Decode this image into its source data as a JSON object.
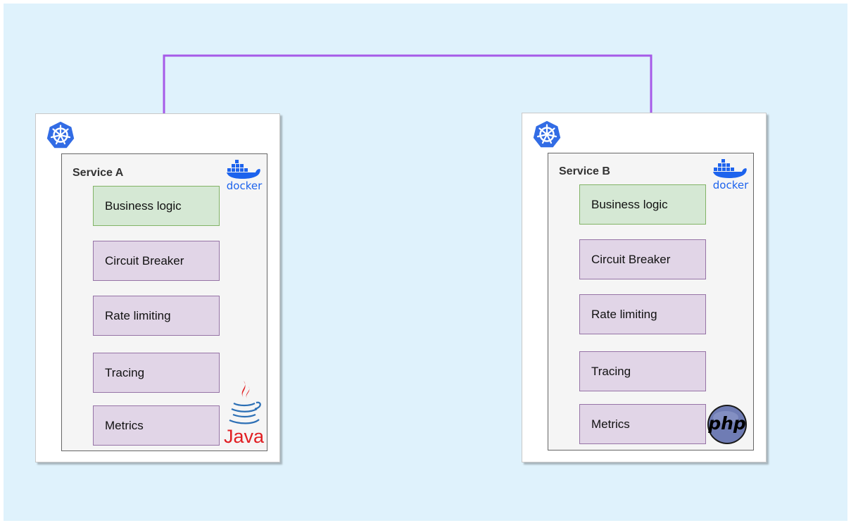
{
  "diagram": {
    "service_a": {
      "title": "Service A",
      "boxes": [
        "Business logic",
        "Circuit Breaker",
        "Rate limiting",
        "Tracing",
        "Metrics"
      ],
      "runtime_logo": "java-logo",
      "runtime_label": "Java"
    },
    "service_b": {
      "title": "Service B",
      "boxes": [
        "Business logic",
        "Circuit Breaker",
        "Rate limiting",
        "Tracing",
        "Metrics"
      ],
      "runtime_logo": "php-logo",
      "runtime_label": "php"
    },
    "docker_label": "docker",
    "colors": {
      "background": "#dff2fc",
      "connector": "#a65ae8",
      "business_fill": "#d5e8d4",
      "business_stroke": "#82b366",
      "feature_fill": "#e1d5e7",
      "feature_stroke": "#9673a6",
      "kubernetes": "#326ce5",
      "docker": "#1d63ed",
      "java": "#e11e22",
      "php": "#6f7cb4"
    },
    "icons": [
      "kubernetes-icon",
      "docker-icon",
      "java-icon",
      "php-icon"
    ]
  }
}
